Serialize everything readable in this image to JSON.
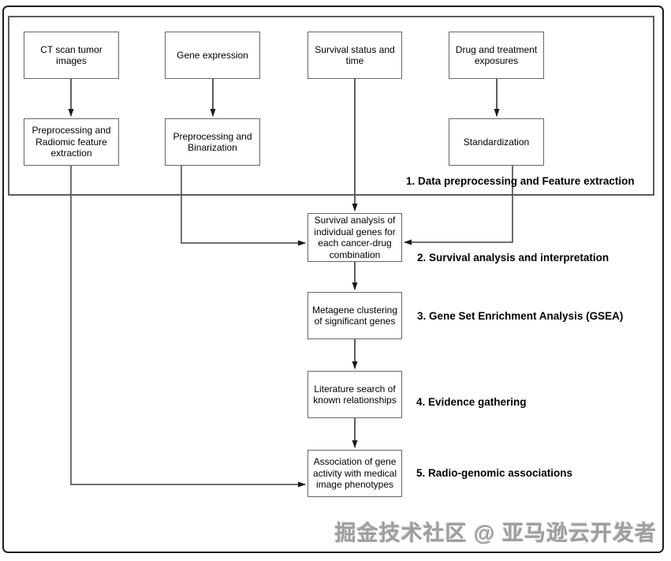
{
  "diagram": {
    "nodes": {
      "ct_scan": {
        "label": "CT scan tumor images"
      },
      "gene_expression": {
        "label": "Gene expression"
      },
      "survival_status": {
        "label": "Survival status and time"
      },
      "drug_exposures": {
        "label": "Drug and treatment exposures"
      },
      "preprocessing_radiomic": {
        "label": "Preprocessing and Radiomic feature extraction"
      },
      "preprocessing_binarization": {
        "label": "Preprocessing and Binarization"
      },
      "standardization": {
        "label": "Standardization"
      },
      "survival_analysis": {
        "label": "Survival analysis of individual genes for each cancer-drug combination"
      },
      "metagene_clustering": {
        "label": "Metagene clustering of significant genes"
      },
      "literature_search": {
        "label": "Literature search of known relationships"
      },
      "association": {
        "label": "Association of gene activity with medical image phenotypes"
      }
    },
    "stage_labels": [
      {
        "text": "1. Data preprocessing and Feature extraction"
      },
      {
        "text": "2. Survival analysis and interpretation"
      },
      {
        "text": "3. Gene Set Enrichment Analysis (GSEA)"
      },
      {
        "text": "4. Evidence gathering"
      },
      {
        "text": "5. Radio-genomic associations"
      }
    ],
    "edges": [
      {
        "from": "ct_scan",
        "to": "preprocessing_radiomic"
      },
      {
        "from": "gene_expression",
        "to": "preprocessing_binarization"
      },
      {
        "from": "drug_exposures",
        "to": "standardization"
      },
      {
        "from": "survival_status",
        "to": "survival_analysis"
      },
      {
        "from": "preprocessing_binarization",
        "to": "survival_analysis"
      },
      {
        "from": "standardization",
        "to": "survival_analysis"
      },
      {
        "from": "survival_analysis",
        "to": "metagene_clustering"
      },
      {
        "from": "metagene_clustering",
        "to": "literature_search"
      },
      {
        "from": "literature_search",
        "to": "association"
      },
      {
        "from": "preprocessing_radiomic",
        "to": "association"
      }
    ]
  },
  "watermark": {
    "text": "掘金技术社区 @ 亚马逊云开发者"
  },
  "colors": {
    "box_border": "#666666",
    "group_border": "#5c5c5c",
    "connector": "#404040",
    "arrow": "#1a1a1a",
    "text": "#000000",
    "label": "#000000",
    "watermark": "#9e9e9e",
    "background": "#ffffff",
    "frame": "#1f1f1f"
  }
}
